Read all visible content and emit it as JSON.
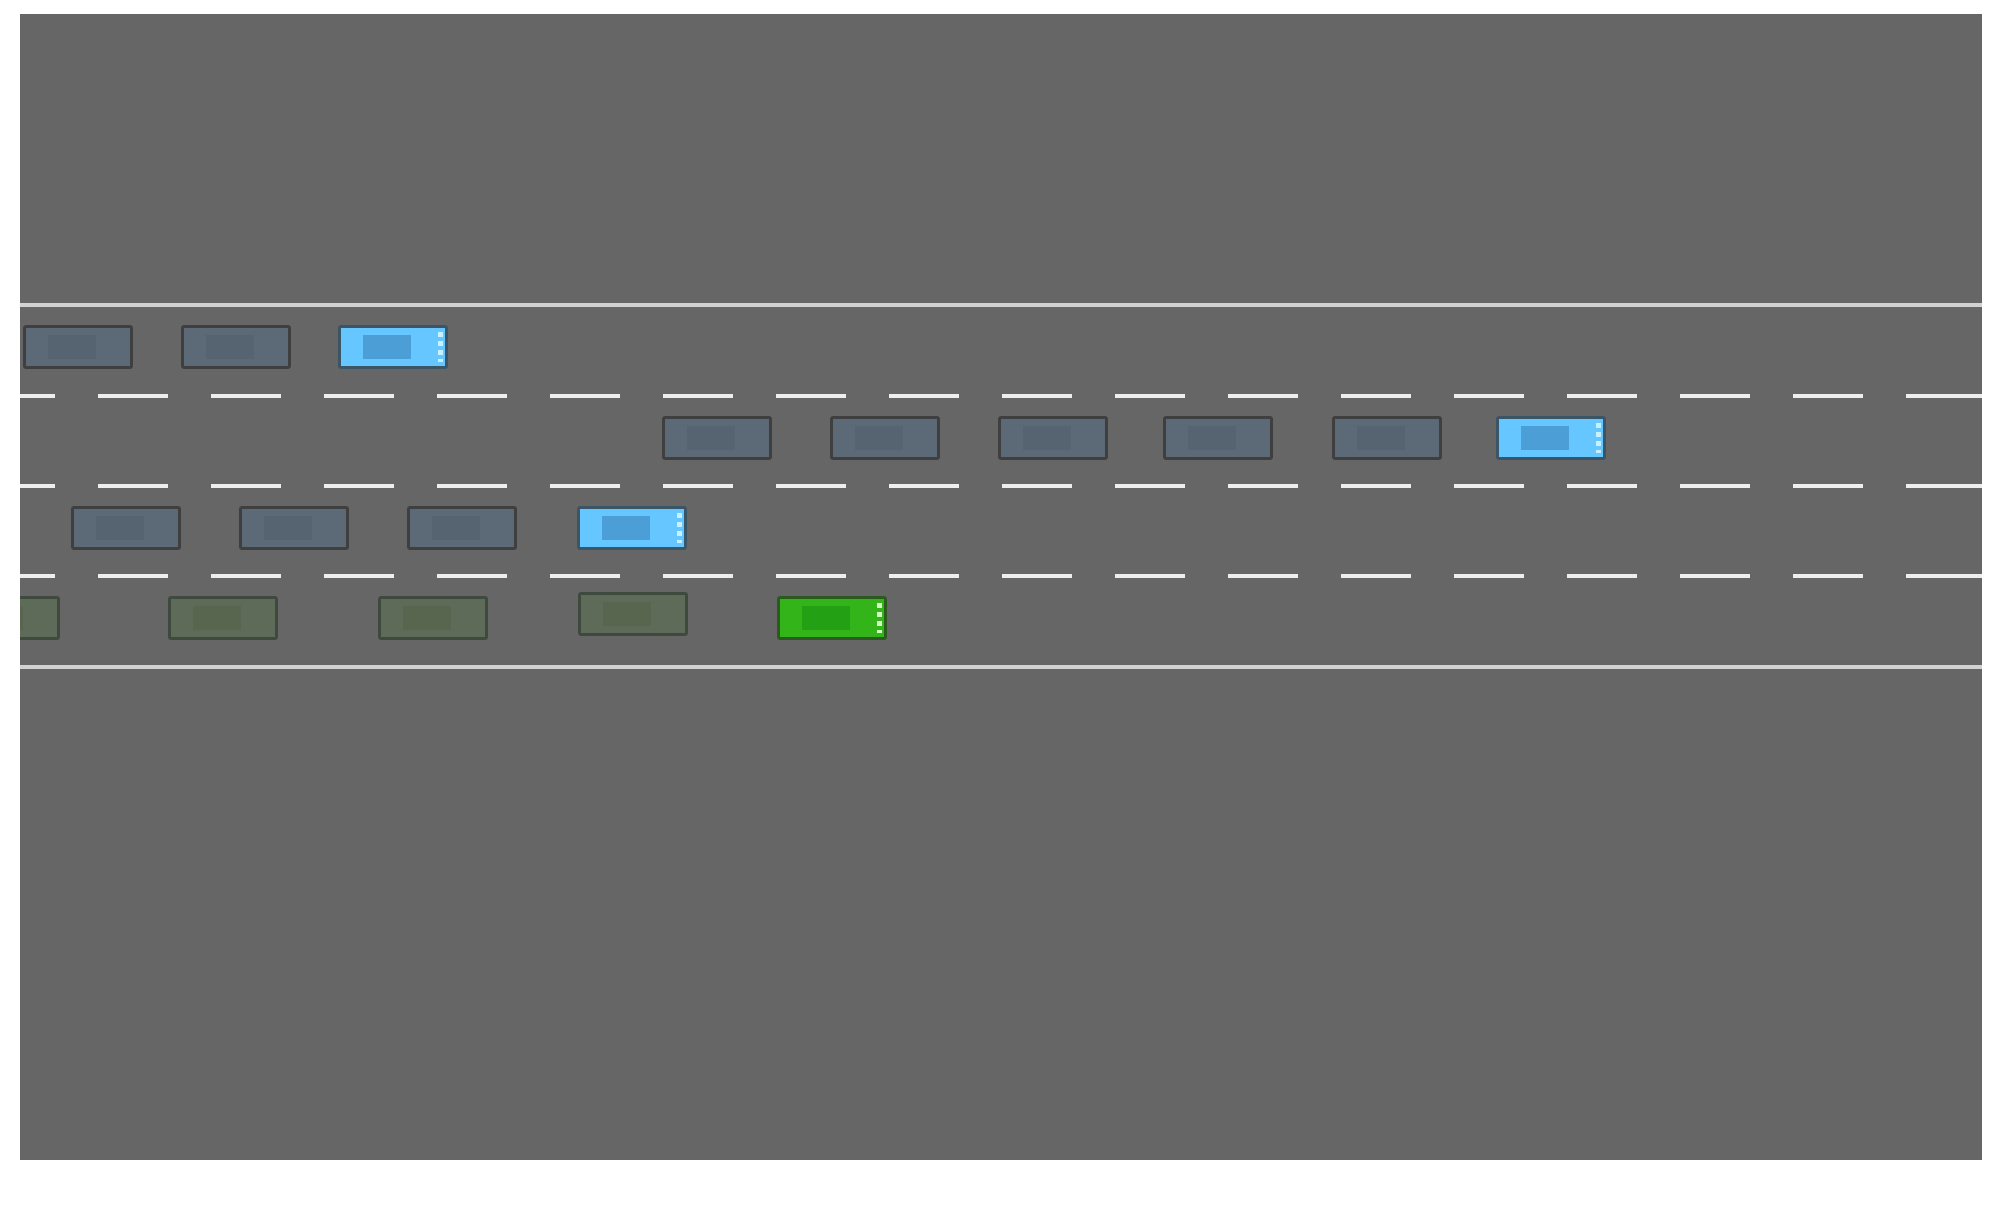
{
  "environment": "highway-driving",
  "colors": {
    "background": "#ffffff",
    "asphalt": "#666666",
    "edge_line": "#d2d2d2",
    "lane_marking": "#eeeeee",
    "other_vehicle": "#5c6a77",
    "faded_vehicle": "#5d6b58",
    "highlighted_vehicle": "#66c6ff",
    "ego_vehicle": "#33b51a"
  },
  "road": {
    "lane_count": 4,
    "divider_style": "dashed",
    "edge_style": "solid"
  },
  "vehicles": {
    "lane_1": [
      "other",
      "other",
      "blue"
    ],
    "lane_2": [
      "other",
      "other",
      "other",
      "other",
      "other",
      "blue"
    ],
    "lane_3": [
      "other",
      "other",
      "other",
      "blue"
    ],
    "lane_4": [
      "faded",
      "faded",
      "faded",
      "faded",
      "ego"
    ]
  }
}
